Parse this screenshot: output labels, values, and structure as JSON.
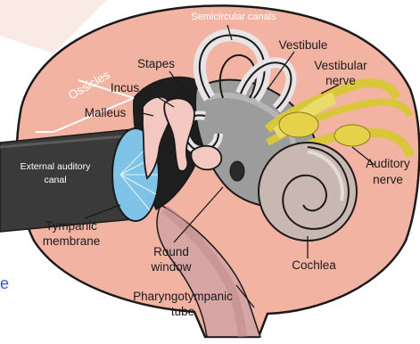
{
  "labels": {
    "semicircular_canals": "Semicircular canals",
    "ossicles": "Ossicles",
    "stapes": "Stapes",
    "incus": "Incus",
    "malleus": "Malleus",
    "vestibule": "Vestibule",
    "vestibular_nerve": [
      "Vestibular",
      "nerve"
    ],
    "external_auditory_canal": [
      "External auditory",
      "canal"
    ],
    "auditory_nerve": [
      "Auditory",
      "nerve"
    ],
    "tympanic_membrane": [
      "Tympanic",
      "membrane"
    ],
    "round_window": [
      "Round",
      "window"
    ],
    "cochlea": "Cochlea",
    "pharyngotympanic_tube": [
      "Pharyngotympanic",
      "tube"
    ]
  },
  "edge_text": "e",
  "colors": {
    "background": "#ffffff",
    "skin": "#f2b3a3",
    "outline": "#1a1a1a",
    "canal": "#3a3a3a",
    "membrane": "#7fc3e6",
    "bone": "#e8e4e6",
    "nerve": "#d9c63a",
    "tube": "#d9a3a3",
    "edge_text": "#3a5bd0"
  }
}
